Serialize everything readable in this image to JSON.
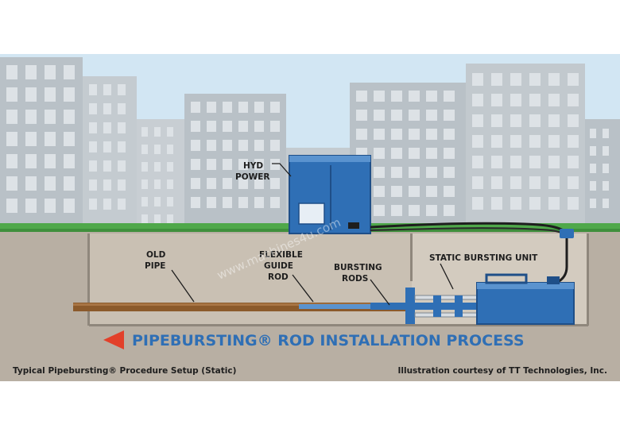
{
  "labels": {
    "hyd_power_line1": "HYD",
    "hyd_power_line2": "POWER",
    "old_pipe_line1": "OLD",
    "old_pipe_line2": "PIPE",
    "flex_line1": "FLEXIBLE",
    "flex_line2": "GUIDE",
    "flex_line3": "ROD",
    "bursting_line1": "BURSTING",
    "bursting_line2": "RODS",
    "static_unit": "STATIC BURSTING UNIT"
  },
  "title": "PIPEBURSTING® ROD INSTALLATION PROCESS",
  "footer": {
    "left": "Typical Pipebursting® Procedure Setup (Static)",
    "right": "Illustration courtesy of TT Technologies, Inc."
  },
  "watermark": "www.machines4u.com",
  "colors": {
    "sky": "#d2e6f3",
    "building": "#b9c1c7",
    "window": "#dde2e6",
    "soil": "#b8afa3",
    "pit": "#c9c0b3",
    "grass": "#4fa84a",
    "equipment_blue": "#2f6fb5",
    "pipe": "#8b5a2b",
    "arrow_red": "#e2402a",
    "title_blue": "#2f6fb5"
  }
}
